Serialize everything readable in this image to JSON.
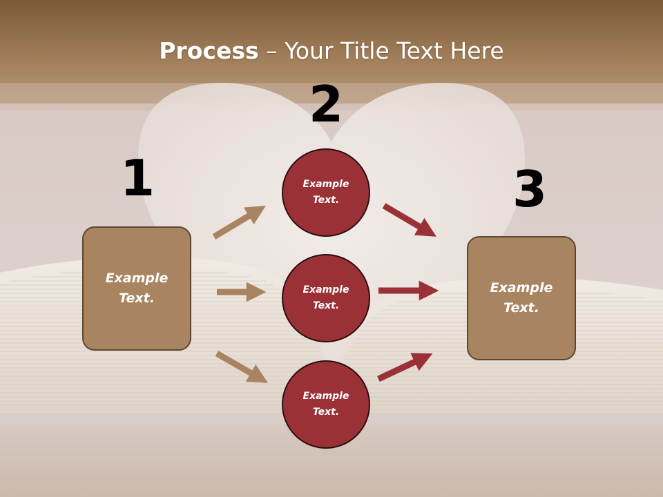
{
  "title": {
    "bold": "Process",
    "rest": " – Your Title Text Here"
  },
  "steps": {
    "one": {
      "number": "1",
      "box_line1": "Example",
      "box_line2": "Text."
    },
    "two": {
      "number": "2",
      "circles": [
        {
          "line1": "Example",
          "line2": "Text."
        },
        {
          "line1": "Example",
          "line2": "Text."
        },
        {
          "line1": "Example",
          "line2": "Text."
        }
      ]
    },
    "three": {
      "number": "3",
      "box_line1": "Example",
      "box_line2": "Text."
    }
  },
  "colors": {
    "box_fill": "#a88460",
    "box_border": "#5c4631",
    "circle_fill": "#9a3137",
    "circle_border": "#2a0d0f",
    "arrow_left": "#a88460",
    "arrow_right": "#9a3137",
    "header_band": "#8a6640"
  }
}
